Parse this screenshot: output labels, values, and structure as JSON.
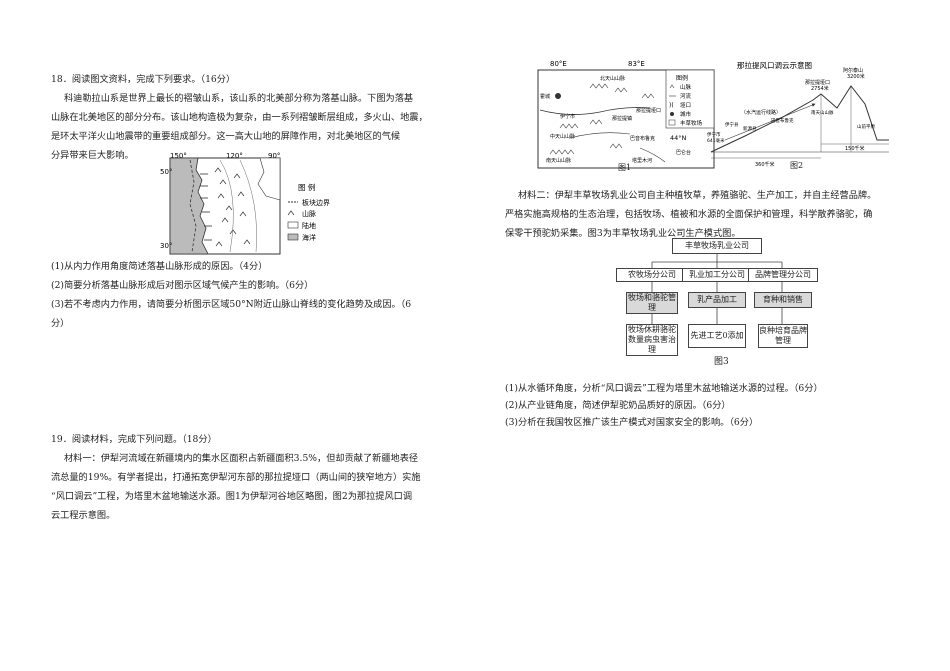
{
  "q18": {
    "heading": "18．阅读图文资料，完成下列要求。（16分）",
    "intro_lines": [
      "科迪勒拉山系是世界上最长的褶皱山系，该山系的北美部分称为落基山脉。下图为落基",
      "山脉在北美地区的部分分布。该山地构造极为复杂，由一系列褶皱断层组成，多火山、地震，",
      "是环太平洋火山地震带的重要组成部分。这一高大山地的屏障作用，对北美地区的气候",
      "分异带来巨大影响。"
    ],
    "map": {
      "lon_labels": [
        "150°",
        "120°",
        "90°"
      ],
      "lat_labels": [
        "50°",
        "30°"
      ],
      "legend_title": "图  例",
      "legend_items": [
        "板块边界",
        "山脉",
        "陆地",
        "海洋"
      ]
    },
    "questions": [
      "(1)从内力作用角度简述落基山脉形成的原因。（4分）",
      "(2)简要分析落基山脉形成后对图示区域气候产生的影响。（6分）",
      "(3)若不考虑内力作用，请简要分析图示区域50°N附近山脉山脊线的变化趋势及成因。（6",
      "分）"
    ]
  },
  "q19": {
    "heading": "19．阅读材料，完成下列问题。（18分）",
    "material1_lines": [
      "材料一：伊犁河流域在新疆境内的集水区面积占新疆面积3.5%，但却贡献了新疆地表径",
      "流总量的19%。有学者提出，打通拓宽伊犁河东部的那拉提垭口（两山间的狭窄地方）实施",
      "“风口调云”工程，为塔里木盆地输送水源。图1为伊犁河谷地区略图，图2为那拉提风口调",
      "云工程示意图。"
    ],
    "fig1": {
      "lon_labels": [
        "80°E",
        "83°E"
      ],
      "lat_label": "44°N",
      "legend_title": "图例",
      "legend_items": [
        "山脉",
        "河流",
        "垭口",
        "城市",
        "丰草牧场"
      ],
      "places": [
        "北天山山脉",
        "伊宁市",
        "中天山山脉",
        "南天山山脉",
        "那拉提垭口",
        "巴音布鲁克",
        "那拉提镇",
        "塔里木河",
        "巴仑台",
        "霍城"
      ],
      "caption": "图1"
    },
    "fig2": {
      "title": "那拉提风口调云示意图",
      "labels": [
        "阿尔泰山",
        "3200米",
        "那拉提垭口",
        "2754米",
        "（水汽运行线路）",
        "伊宁市",
        "641毫米",
        "新源县",
        "伊宁县",
        "巴音布鲁克",
        "南天山山脉",
        "山前平原",
        "150千米",
        "360千米"
      ],
      "caption": "图2"
    },
    "material2_lines": [
      "材料二：伊犁丰草牧场乳业公司自主种植牧草，养殖骆驼、生产加工，并自主经营品牌。",
      "严格实施高规格的生态治理，包括牧场、植被和水源的全面保护和管理，科学散养骆驼，确",
      "保零干预驼奶采集。图3为丰草牧场乳业公司生产模式图。"
    ],
    "fig3": {
      "top": "丰草牧场乳业公司",
      "level2": [
        "农牧场分公司",
        "乳业加工分公司",
        "品牌管理分公司"
      ],
      "level3": [
        "牧场和骆驼管理",
        "乳产品加工",
        "育种和销售"
      ],
      "level4": [
        "牧场休耕骆驼数量病虫害治理",
        "先进工艺0添加",
        "良种培育品牌管理"
      ],
      "caption": "图3"
    },
    "questions": [
      "(1)从水循环角度，分析“风口调云”工程为塔里木盆地输送水源的过程。（6分）",
      "(2)从产业链角度，简述伊犁驼奶品质好的原因。（6分）",
      "(3)分析在我国牧区推广该生产模式对国家安全的影响。（6分）"
    ]
  }
}
